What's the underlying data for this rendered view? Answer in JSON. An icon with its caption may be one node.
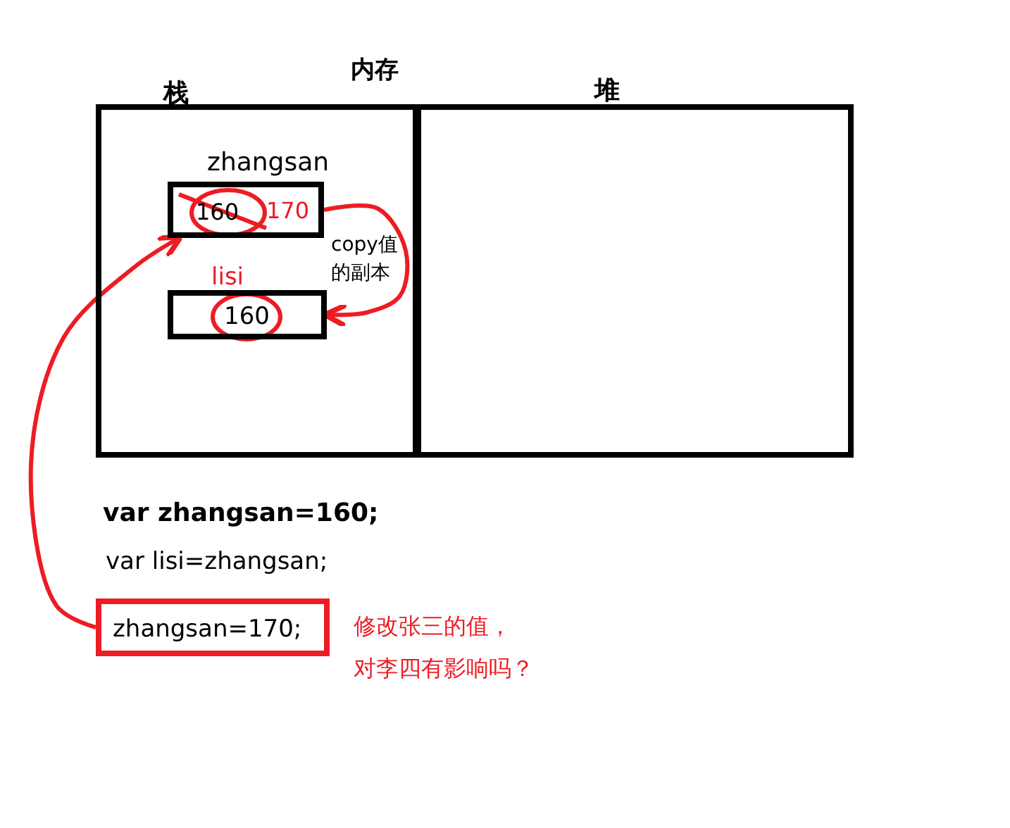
{
  "diagram": {
    "nodes": [
      {
        "text": [
          "栈"
        ]
      },
      {
        "text": [
          "堆"
        ]
      },
      {
        "text": [
          "zhangsan",
          "160",
          "170"
        ],
        "in": 0
      },
      {
        "text": [
          "lisi",
          "160"
        ],
        "in": 0
      },
      {
        "text": [
          "zhangsan=170;"
        ]
      }
    ],
    "edges": [
      {
        "from": 2,
        "to": 3,
        "arrow": "to",
        "label": "copy值的副本"
      },
      {
        "from": 4,
        "to": 2,
        "arrow": "to"
      }
    ],
    "labels": [
      "内存",
      "var zhangsan=160;",
      "var lisi=zhangsan;",
      "修改张三的值，对李四有影响吗？"
    ]
  }
}
